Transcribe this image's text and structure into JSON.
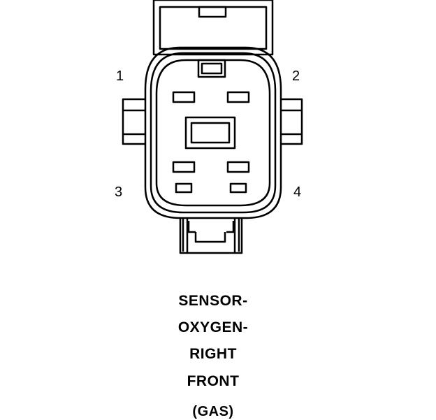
{
  "pins": {
    "p1": "1",
    "p2": "2",
    "p3": "3",
    "p4": "4"
  },
  "caption": {
    "line1": "SENSOR-",
    "line2": "OXYGEN-",
    "line3": "RIGHT",
    "line4": "FRONT",
    "line5": "(GAS)"
  },
  "colors": {
    "stroke": "#000000",
    "background": "#ffffff"
  }
}
